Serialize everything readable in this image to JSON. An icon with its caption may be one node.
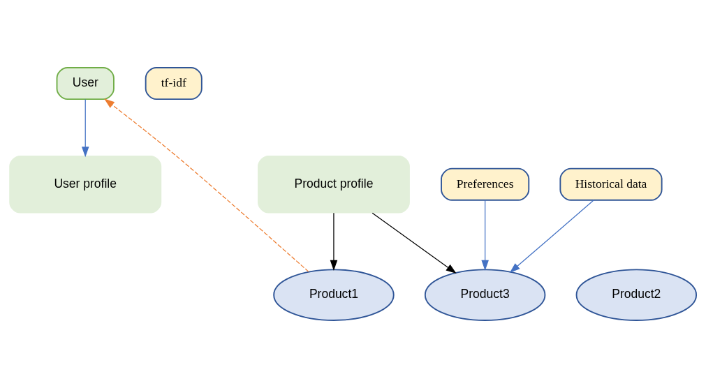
{
  "diagram": {
    "nodes": [
      {
        "text": [
          "User"
        ]
      },
      {
        "text": [
          "tf-idf"
        ]
      },
      {
        "text": [
          "Product profile"
        ]
      },
      {
        "text": [
          "User profile"
        ]
      },
      {
        "text": [
          "Preferences"
        ]
      },
      {
        "text": [
          "Historical data"
        ]
      },
      {
        "text": [
          "Product1"
        ]
      },
      {
        "text": [
          "Product2"
        ]
      },
      {
        "text": [
          "Product3"
        ]
      }
    ],
    "edges": [
      {
        "from": 0,
        "to": 3,
        "arrow": "to"
      },
      {
        "from": 2,
        "to": 6,
        "arrow": "to",
        "color": "#000000"
      },
      {
        "from": 2,
        "to": 8,
        "arrow": "to",
        "color": "#000000"
      },
      {
        "from": 4,
        "to": 8,
        "arrow": "to"
      },
      {
        "from": 5,
        "to": 8,
        "arrow": "to"
      },
      {
        "from": 6,
        "to": 0,
        "arrow": "to",
        "style": "dashed",
        "color": "#ed7d31"
      }
    ]
  }
}
